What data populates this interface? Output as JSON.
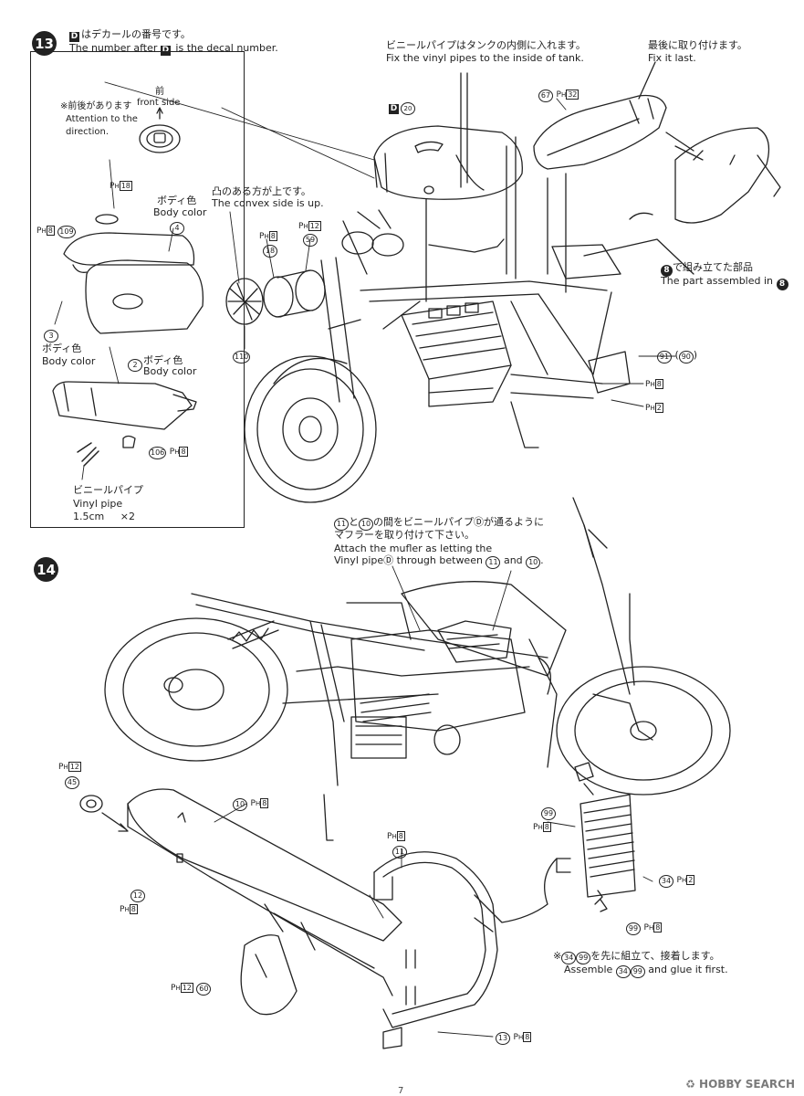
{
  "step13": {
    "number": "13",
    "decal_note_jp": "はデカールの番号です。",
    "decal_note_en_pre": "The number after",
    "decal_note_en_post": "is the decal number.",
    "decal_letter": "D",
    "inset": {
      "direction_jp": "※前後があります",
      "direction_en_1": "Attention to the",
      "direction_en_2": "direction.",
      "front_jp": "前",
      "front_en": "front side",
      "ph18": "18",
      "ph8": "8",
      "p109": "109",
      "body_color_jp": "ボディ色",
      "body_color_en": "Body color",
      "p4": "4",
      "p3": "3",
      "p2": "2",
      "p106": "106",
      "vinyl_jp": "ビニールパイプ",
      "vinyl_en": "Vinyl pipe",
      "vinyl_size": "1.5cm",
      "vinyl_qty": "×2"
    },
    "convex_jp": "凸のある方が上です。",
    "convex_en": "The convex side is up.",
    "vinyl_tank_jp": "ビニールパイプはタンクの内側に入れます。",
    "vinyl_tank_en": "Fix the vinyl pipes to the inside of tank.",
    "last_jp": "最後に取り付けます。",
    "last_en": "Fix it last.",
    "decal_num": "20",
    "p67": "67",
    "ph32": "32",
    "ph12": "12",
    "p18": "18",
    "p59": "59",
    "p110": "110",
    "assembled_jp": "で組み立てた部品",
    "assembled_en": "The part assembled in",
    "step8": "8",
    "p91": "91",
    "p90": "90",
    "ph_b8": "8",
    "ph_b2": "2"
  },
  "step14": {
    "number": "14",
    "note_jp_1": "の間をビニールパイプⒹが通るように",
    "note_jp_2": "マフラーを取り付けて下さい。",
    "note_en_1": "Attach the mufler as letting the",
    "note_en_2a": "Vinyl pipeⒹ through between",
    "and": "and",
    "p11": "11",
    "p10": "10",
    "ph12": "12",
    "p45": "45",
    "p10b": "10",
    "ph8a": "8",
    "p12": "12",
    "ph8b": "8",
    "ph8c": "8",
    "p11b": "11",
    "ph12b": "12",
    "p60": "60",
    "p99": "99",
    "ph8d": "8",
    "p34": "34",
    "ph2": "2",
    "p99b": "99",
    "ph8e": "8",
    "assemble_jp": "を先に組立て、接着します。",
    "assemble_en_pre": "Assemble",
    "assemble_en_post": "and glue it first.",
    "p34b": "34",
    "p99c": "99",
    "p13": "13",
    "ph8f": "8"
  },
  "footer": {
    "page_number": "7",
    "watermark": "HOBBY SEARCH"
  }
}
